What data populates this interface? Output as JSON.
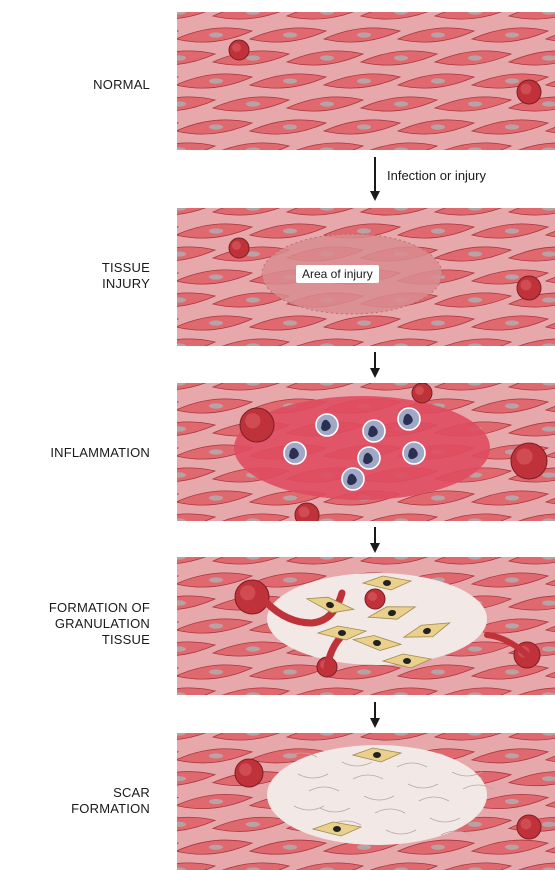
{
  "stages": [
    {
      "id": "normal",
      "label": "NORMAL"
    },
    {
      "id": "tissue-injury",
      "label": "TISSUE\nINJURY"
    },
    {
      "id": "inflammation",
      "label": "INFLAMMATION"
    },
    {
      "id": "granulation",
      "label": "FORMATION OF\nGRANULATION\nTISSUE"
    },
    {
      "id": "scar",
      "label": "SCAR\nFORMATION"
    }
  ],
  "arrows": {
    "first_caption": "Infection or injury"
  },
  "annotations": {
    "injury_area": "Area of injury"
  },
  "colors": {
    "tissue_background": "#e7a8ab",
    "cell_fill": "#e0696f",
    "cell_stroke": "#a8373e",
    "nucleus": "#b7a3a6",
    "vessel": "#c0323a",
    "leukocyte": "#9fa9c6",
    "fibroblast": "#e9d08c",
    "wound_area": "#f2e8e6",
    "injury_area": "#d98c8f"
  }
}
